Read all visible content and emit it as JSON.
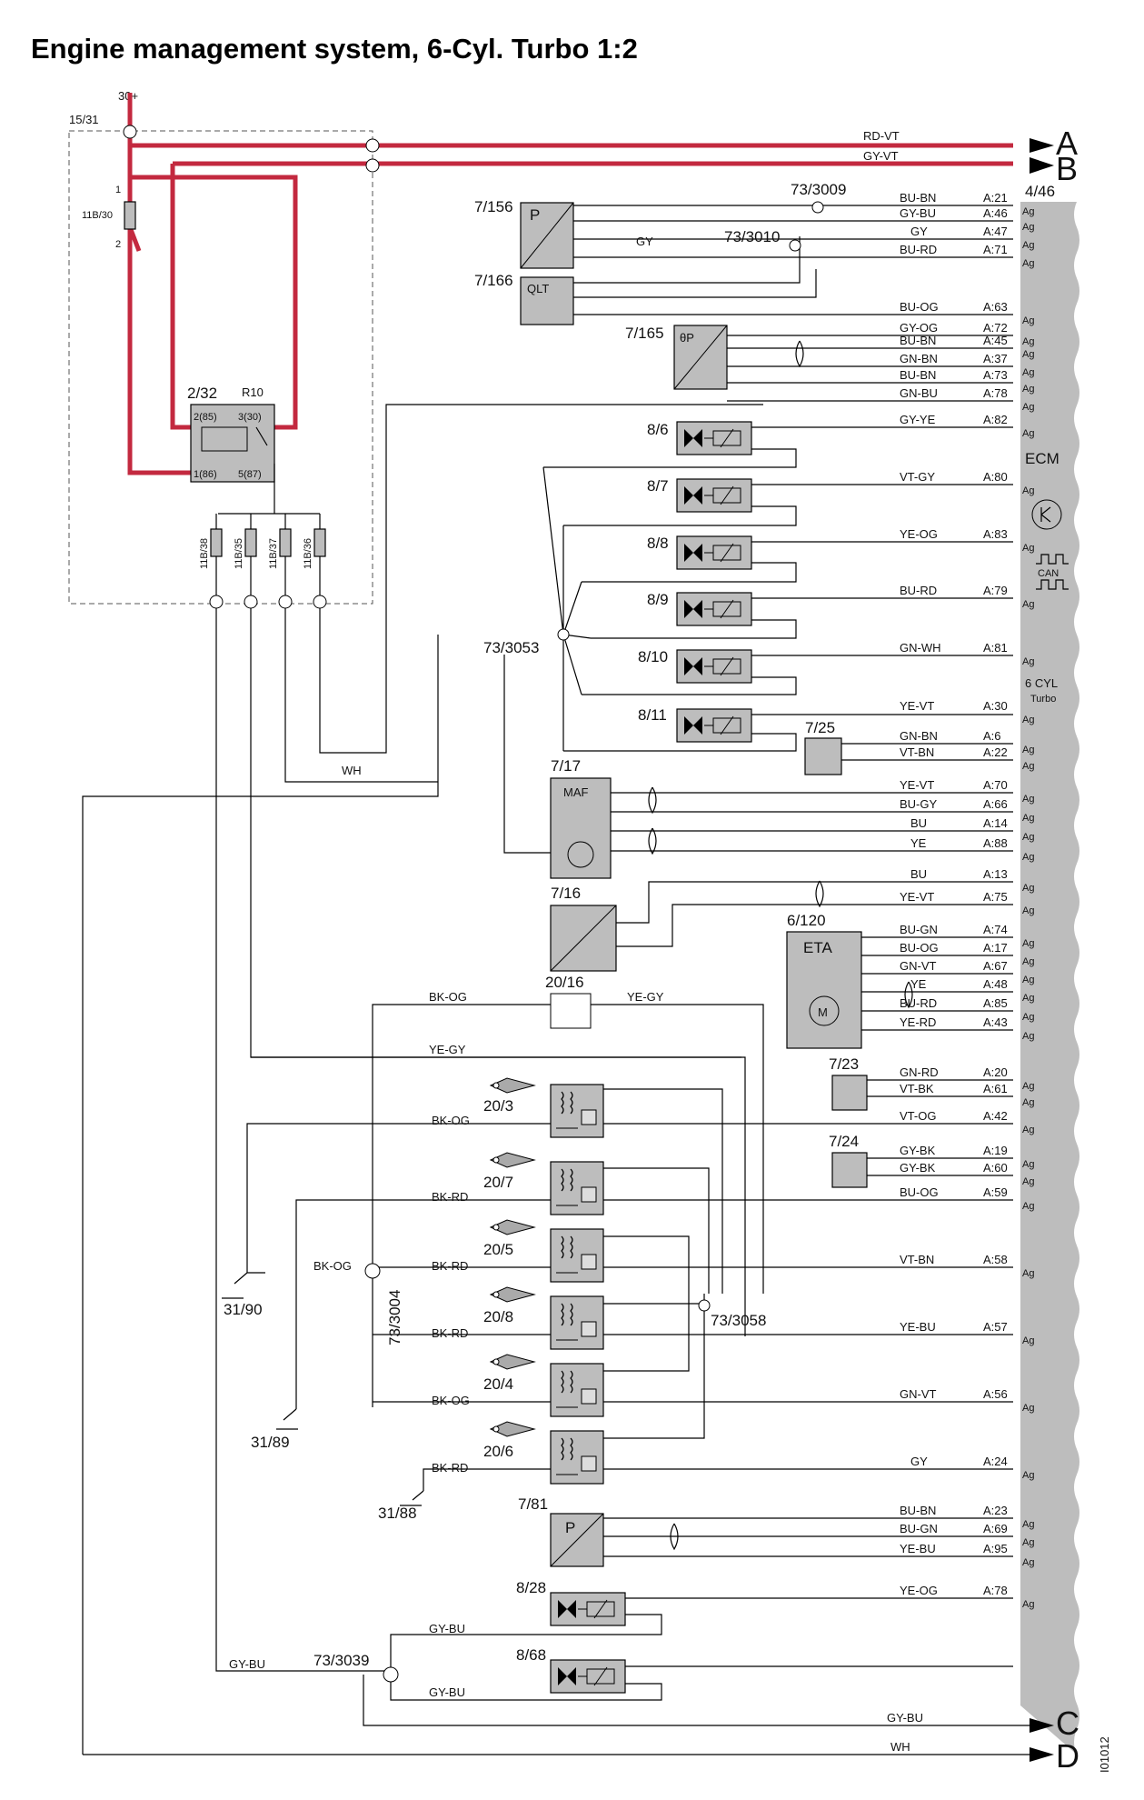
{
  "title": "Engine management system, 6-Cyl. Turbo 1:2",
  "doc_id": "I01012",
  "ecm": {
    "code": "4/46",
    "label": "ECM",
    "sub": "6 CYL",
    "sub2": "Turbo",
    "can": "CAN",
    "pin_suffix": "Ag"
  },
  "connectors": [
    "A",
    "B",
    "C",
    "D"
  ],
  "supply": {
    "b30": "30+",
    "ref": "15/31",
    "fuse_main": "11B/30",
    "relay": "2/32",
    "relay_name": "R10",
    "relay_pins": [
      "2(85)",
      "3(30)",
      "1(86)",
      "5(87)"
    ],
    "fuses": [
      "11B/38",
      "11B/35",
      "11B/37",
      "11B/36"
    ]
  },
  "wires": {
    "rd_vt": "RD-VT",
    "gy_vt": "GY-VT",
    "wh": "WH",
    "gy_bu": "GY-BU",
    "bk_og": "BK-OG",
    "ye_gy": "YE-GY",
    "bk_rd": "BK-RD",
    "gy": "GY"
  },
  "splices": [
    "73/3009",
    "73/3010",
    "73/3053",
    "73/3004",
    "73/3058",
    "73/3039"
  ],
  "grounds": [
    "31/90",
    "31/89",
    "31/88"
  ],
  "components": {
    "c7_156": "7/156",
    "c7_166": "7/166",
    "c7_165": "7/165",
    "c7_17": "7/17",
    "c7_16": "7/16",
    "c6_120": "6/120",
    "c20_16": "20/16",
    "c7_23": "7/23",
    "c7_24": "7/24",
    "c7_25": "7/25",
    "c7_81": "7/81",
    "injectors": [
      "8/6",
      "8/7",
      "8/8",
      "8/9",
      "8/10",
      "8/11"
    ],
    "coils": [
      "20/3",
      "20/7",
      "20/5",
      "20/8",
      "20/4",
      "20/6"
    ],
    "valves": [
      "8/28",
      "8/68"
    ],
    "p_theta": "P",
    "qlt": "QLT",
    "maf": "MAF",
    "eta": "ETA",
    "theta_p": "θP",
    "p": "P",
    "m": "M"
  },
  "ecm_pins": [
    {
      "label": "BU-BN",
      "pin": "A:21"
    },
    {
      "label": "GY-BU",
      "pin": "A:46"
    },
    {
      "label": "GY",
      "pin": "A:47"
    },
    {
      "label": "BU-RD",
      "pin": "A:71"
    },
    {
      "label": "BU-OG",
      "pin": "A:63"
    },
    {
      "label": "GY-OG",
      "pin": "A:72"
    },
    {
      "label": "BU-BN",
      "pin": "A:45"
    },
    {
      "label": "GN-BN",
      "pin": "A:37"
    },
    {
      "label": "BU-BN",
      "pin": "A:73"
    },
    {
      "label": "GN-BU",
      "pin": "A:78"
    },
    {
      "label": "GY-YE",
      "pin": "A:82"
    },
    {
      "label": "VT-GY",
      "pin": "A:80"
    },
    {
      "label": "YE-OG",
      "pin": "A:83"
    },
    {
      "label": "BU-RD",
      "pin": "A:79"
    },
    {
      "label": "GN-WH",
      "pin": "A:81"
    },
    {
      "label": "YE-VT",
      "pin": "A:30"
    },
    {
      "label": "GN-BN",
      "pin": "A:6"
    },
    {
      "label": "VT-BN",
      "pin": "A:22"
    },
    {
      "label": "YE-VT",
      "pin": "A:70"
    },
    {
      "label": "BU-GY",
      "pin": "A:66"
    },
    {
      "label": "BU",
      "pin": "A:14"
    },
    {
      "label": "YE",
      "pin": "A:88"
    },
    {
      "label": "BU",
      "pin": "A:13"
    },
    {
      "label": "YE-VT",
      "pin": "A:75"
    },
    {
      "label": "BU-GN",
      "pin": "A:74"
    },
    {
      "label": "BU-OG",
      "pin": "A:17"
    },
    {
      "label": "GN-VT",
      "pin": "A:67"
    },
    {
      "label": "YE",
      "pin": "A:48"
    },
    {
      "label": "BU-RD",
      "pin": "A:85"
    },
    {
      "label": "YE-RD",
      "pin": "A:43"
    },
    {
      "label": "GN-RD",
      "pin": "A:20"
    },
    {
      "label": "VT-BK",
      "pin": "A:61"
    },
    {
      "label": "VT-OG",
      "pin": "A:42"
    },
    {
      "label": "GY-BK",
      "pin": "A:19"
    },
    {
      "label": "GY-BK",
      "pin": "A:60"
    },
    {
      "label": "BU-OG",
      "pin": "A:59"
    },
    {
      "label": "VT-BN",
      "pin": "A:58"
    },
    {
      "label": "YE-BU",
      "pin": "A:57"
    },
    {
      "label": "GN-VT",
      "pin": "A:56"
    },
    {
      "label": "GY",
      "pin": "A:24"
    },
    {
      "label": "BU-BN",
      "pin": "A:23"
    },
    {
      "label": "BU-GN",
      "pin": "A:69"
    },
    {
      "label": "YE-BU",
      "pin": "A:95"
    },
    {
      "label": "YE-OG",
      "pin": "A:78"
    }
  ]
}
